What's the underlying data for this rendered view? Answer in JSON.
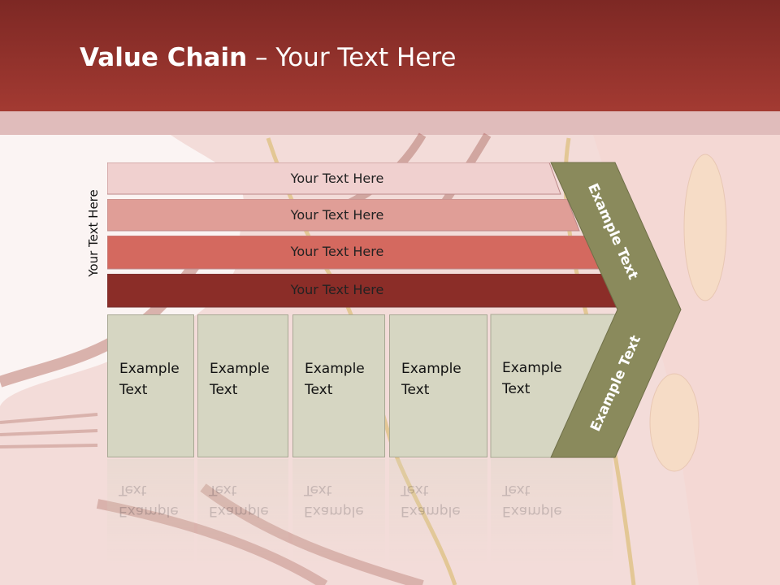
{
  "title": {
    "bold": "Value Chain",
    "rest": " – Your Text Here"
  },
  "side_label": "Your Text Here",
  "rows": [
    {
      "label": "Your Text Here",
      "fill": "#f0d0cf",
      "text_color": "#222222"
    },
    {
      "label": "Your Text Here",
      "fill": "#e09e97",
      "text_color": "#222222"
    },
    {
      "label": "Your Text Here",
      "fill": "#d4695f",
      "text_color": "#222222"
    },
    {
      "label": "Your Text Here",
      "fill": "#8b2d28",
      "text_color": "#222222"
    }
  ],
  "boxes": [
    {
      "label": "Example Text"
    },
    {
      "label": "Example Text"
    },
    {
      "label": "Example Text"
    },
    {
      "label": "Example Text"
    },
    {
      "label": "Example Text"
    }
  ],
  "chevron": {
    "top_label": "Example Text",
    "bottom_label": "Example Text",
    "fill": "#8a8a5c"
  },
  "colors": {
    "header": "#9a352e",
    "box": "#d6d6c2"
  }
}
